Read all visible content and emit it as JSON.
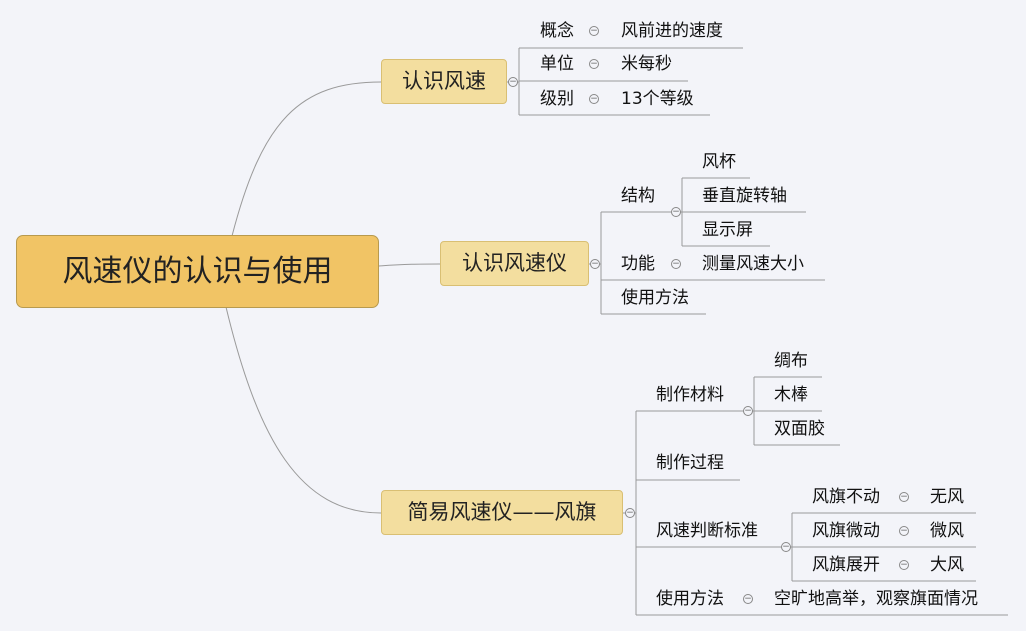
{
  "root": "风速仪的认识与使用",
  "branches": [
    {
      "label": "认识风速",
      "children": [
        {
          "label": "概念",
          "children": [
            {
              "label": "风前进的速度"
            }
          ]
        },
        {
          "label": "单位",
          "children": [
            {
              "label": "米每秒"
            }
          ]
        },
        {
          "label": "级别",
          "children": [
            {
              "label": "13个等级"
            }
          ]
        }
      ]
    },
    {
      "label": "认识风速仪",
      "children": [
        {
          "label": "结构",
          "children": [
            {
              "label": "风杯"
            },
            {
              "label": "垂直旋转轴"
            },
            {
              "label": "显示屏"
            }
          ]
        },
        {
          "label": "功能",
          "children": [
            {
              "label": "测量风速大小"
            }
          ]
        },
        {
          "label": "使用方法"
        }
      ]
    },
    {
      "label": "简易风速仪——风旗",
      "children": [
        {
          "label": "制作材料",
          "children": [
            {
              "label": "绸布"
            },
            {
              "label": "木棒"
            },
            {
              "label": "双面胶"
            }
          ]
        },
        {
          "label": "制作过程"
        },
        {
          "label": "风速判断标准",
          "children": [
            {
              "label": "风旗不动",
              "children": [
                {
                  "label": "无风"
                }
              ]
            },
            {
              "label": "风旗微动",
              "children": [
                {
                  "label": "微风"
                }
              ]
            },
            {
              "label": "风旗展开",
              "children": [
                {
                  "label": "大风"
                }
              ]
            }
          ]
        },
        {
          "label": "使用方法",
          "children": [
            {
              "label": "空旷地高举，观察旗面情况"
            }
          ]
        }
      ]
    }
  ],
  "toggle_symbol": "−",
  "colors": {
    "root_fill": "#f1c465",
    "branch_fill": "#f3de9f",
    "line": "#9a9a9a",
    "background": "#f3f4f9"
  }
}
